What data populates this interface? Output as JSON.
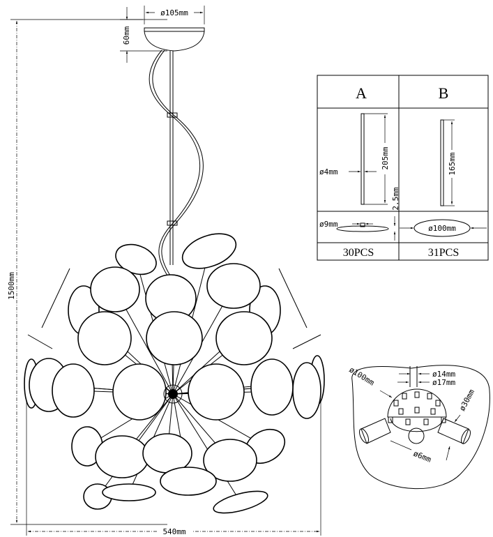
{
  "dimensions": {
    "canopy_diameter": "ø105mm",
    "canopy_height": "60mm",
    "total_height": "1500mm",
    "total_width": "540mm"
  },
  "parts_table": {
    "columns": [
      {
        "label": "A",
        "rod_length": "205mm",
        "rod_diameter": "ø4mm",
        "disc_thickness": "2.5mm",
        "hole_diameter": "ø9mm",
        "quantity": "30PCS"
      },
      {
        "label": "B",
        "rod_length": "165mm",
        "disc_diameter": "ø100mm",
        "quantity": "31PCS"
      }
    ]
  },
  "hub_detail": {
    "disc_diameter": "ø100mm",
    "stem_inner": "ø14mm",
    "stem_outer": "ø17mm",
    "socket_diameter": "ø30mm",
    "rod_hole": "ø6mm"
  }
}
